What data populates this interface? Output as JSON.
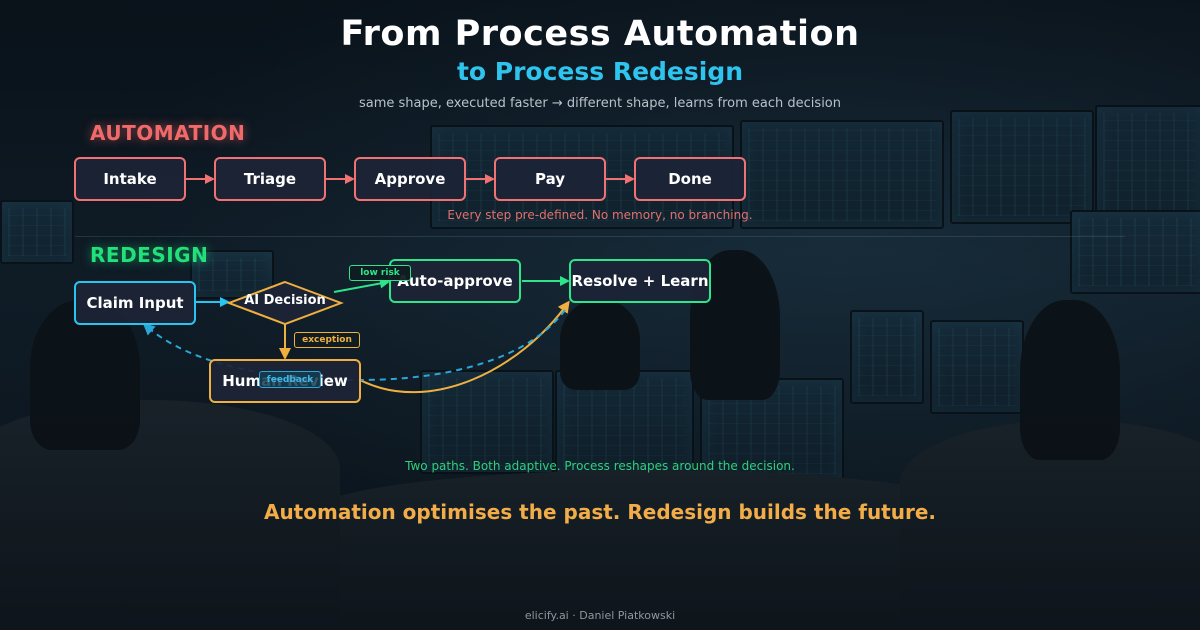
{
  "header": {
    "title": "From Process Automation",
    "subtitle": "to Process Redesign",
    "tagline": "same shape, executed faster → different shape, learns from each decision"
  },
  "automation": {
    "label": "AUTOMATION",
    "steps": [
      "Intake",
      "Triage",
      "Approve",
      "Pay",
      "Done"
    ],
    "note": "Every step pre-defined. No memory, no branching."
  },
  "redesign": {
    "label": "REDESIGN",
    "nodes": {
      "claim_input": "Claim Input",
      "ai_decision": "AI Decision",
      "auto_approve": "Auto-approve",
      "resolve_learn": "Resolve + Learn",
      "human_review": "Human Review"
    },
    "tags": {
      "low_risk": "low risk",
      "exception": "exception",
      "feedback": "feedback"
    },
    "note": "Two paths. Both adaptive. Process reshapes around the decision."
  },
  "bottom_line": "Automation optimises the past. Redesign builds the future.",
  "footer": "elicify.ai · Daniel Piatkowski",
  "colors": {
    "automation": "#f07272",
    "claim": "#27c6f2",
    "low_risk": "#2ee58a",
    "exception": "#f0b040",
    "title_accent": "#2fc4ee",
    "bottom_line": "#f2ad48"
  }
}
